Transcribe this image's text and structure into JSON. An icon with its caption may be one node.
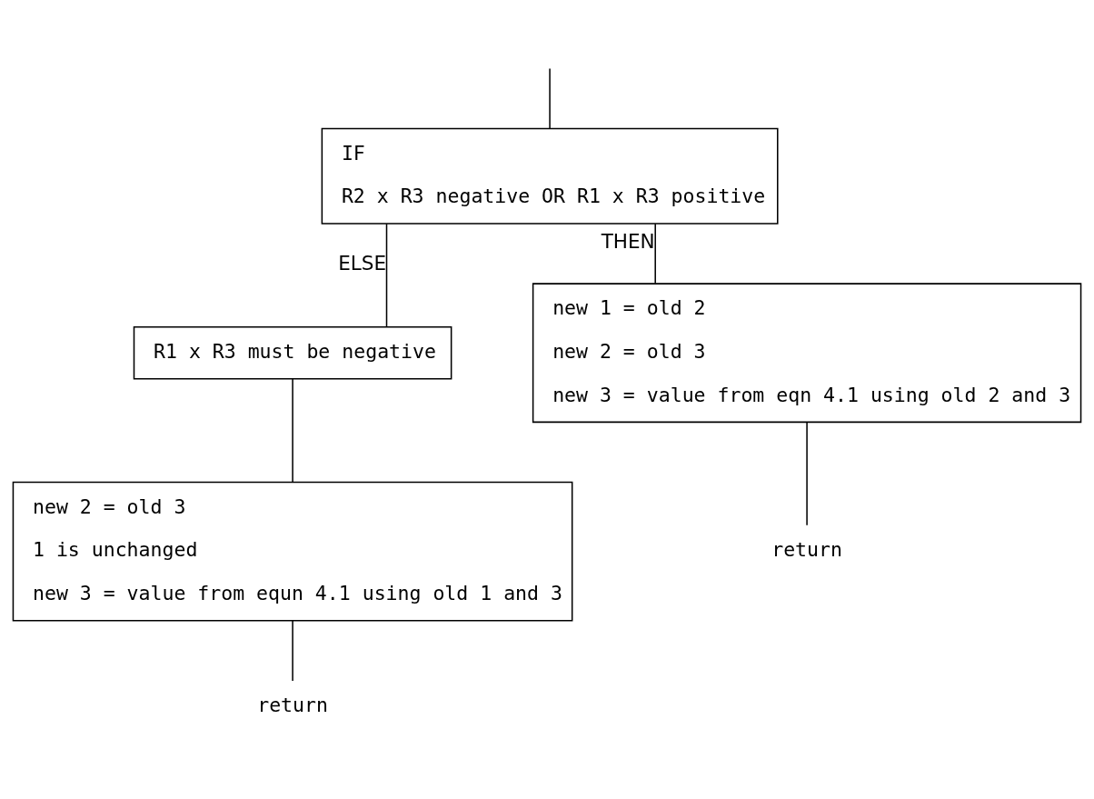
{
  "diagram": {
    "nodes": [
      {
        "text": [
          "IF",
          "R2 x R3 negative OR R1 x R3 positive"
        ]
      },
      {
        "text": [
          "R1 x R3 must be negative"
        ]
      },
      {
        "text": [
          "new 2 = old 3",
          "1 is unchanged",
          "new 3 = value from equn 4.1 using old 1 and 3"
        ]
      },
      {
        "text": [
          "new 1 = old 2",
          "new 2 = old 3",
          "new 3 = value from eqn 4.1 using old 2 and 3"
        ]
      },
      {
        "text": [
          "return"
        ]
      },
      {
        "text": [
          "return"
        ]
      }
    ],
    "edges": [
      {
        "from": null,
        "to": 0,
        "arrow": "none"
      },
      {
        "from": 0,
        "to": 1,
        "arrow": "none",
        "label": "ELSE"
      },
      {
        "from": 1,
        "to": 2,
        "arrow": "none"
      },
      {
        "from": 0,
        "to": 3,
        "arrow": "none",
        "label": "THEN"
      },
      {
        "from": 2,
        "to": 4,
        "arrow": "none"
      },
      {
        "from": 3,
        "to": 5,
        "arrow": "none"
      }
    ]
  }
}
